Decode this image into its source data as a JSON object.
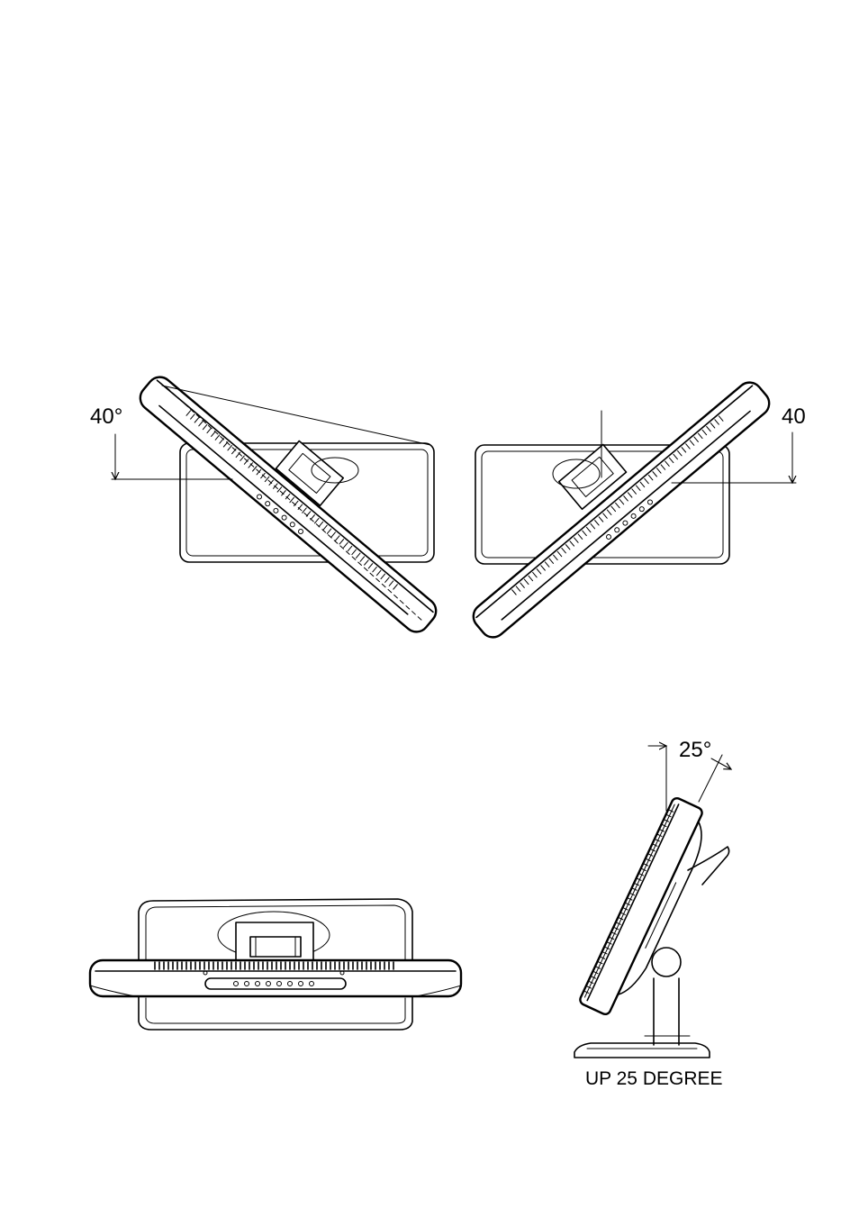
{
  "figures": {
    "rotate_left": {
      "angle_label": "40°"
    },
    "rotate_right": {
      "angle_label": "40"
    },
    "top_view": {},
    "tilt_side": {
      "angle_label": "25°",
      "caption": "UP 25 DEGREE"
    }
  },
  "colors": {
    "ink": "#000000",
    "paper": "#ffffff"
  }
}
